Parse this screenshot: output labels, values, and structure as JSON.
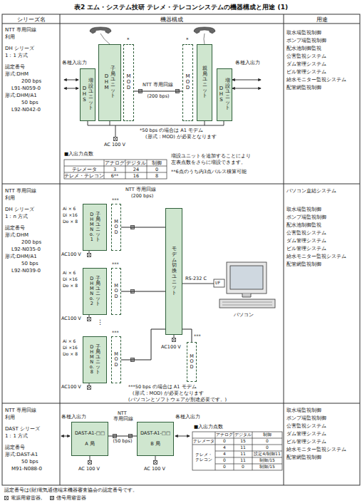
{
  "diagram": {
    "title": "表2 エム・システム技研 テレメ・テレコンシステムの機器構成と用途 (1)",
    "nodes": [
      {
        "text": [
          "DHS",
          "増設ユニット"
        ]
      },
      {
        "text": [
          "DHM",
          "子局ユニット"
        ]
      },
      {
        "text": [
          "MOD"
        ]
      },
      {
        "text": [
          "MOD"
        ]
      },
      {
        "text": [
          "親局ユニット"
        ]
      },
      {
        "text": [
          "DHS",
          "増設ユニット"
        ]
      },
      {
        "text": [
          "DHM No.1",
          "子局ユニット"
        ]
      },
      {
        "text": [
          "MOD"
        ]
      },
      {
        "text": [
          "DHM No.2",
          "子局ユニット"
        ]
      },
      {
        "text": [
          "MOD"
        ]
      },
      {
        "text": [
          "DHM No.8",
          "子局ユニット"
        ]
      },
      {
        "text": [
          "MOD"
        ]
      },
      {
        "text": [
          "モデム切換ユニット"
        ]
      },
      {
        "text": [
          "MOD"
        ]
      },
      {
        "text": [
          "DAST-A1-□□",
          "A 局"
        ]
      },
      {
        "text": [
          "DAST-A1-□□",
          "B 局"
        ]
      }
    ],
    "edges": [
      {
        "from": 2,
        "to": 3,
        "arrow": "none",
        "label": "(200 bps)"
      },
      {
        "from": 7,
        "to": 12,
        "arrow": "none"
      },
      {
        "from": 9,
        "to": 12,
        "arrow": "none"
      },
      {
        "from": 11,
        "to": 12,
        "arrow": "none"
      },
      {
        "from": 12,
        "to": 13,
        "arrow": "none"
      },
      {
        "from": 14,
        "to": 15,
        "arrow": "none",
        "label": "(50 bps)"
      }
    ],
    "labels": [
      "シリーズ名",
      "機器構成",
      "用途",
      "NTT 専用回線",
      "利用",
      "DH シリーズ",
      "1：1 方式",
      "認定番号",
      "形式:DHM",
      "200 bps",
      "L91-N059-0",
      "形式:DHM/A1",
      "50 bps",
      "L92-N042-0",
      "各種入出力",
      "各種入出力",
      "*",
      "*",
      "NTT 専用回線",
      "*50 bps の場合は A1 モデム",
      "(形式：MOD) が必要となります",
      "AC 100 V",
      "■入出力点数",
      "アナログ",
      "デジタル",
      "制御",
      "テレメータ",
      "3",
      "24",
      "0",
      "テレメ・テレコン",
      "6**",
      "16",
      "8",
      "増設ユニットを追加することにより",
      "左表点数をさらに増設できます。",
      "**6点のうち内3点パルス積算可能",
      "取水場監視制御",
      "ポンプ場監視制御",
      "配水池制御監視",
      "公害監視システム",
      "ダム管理システム",
      "ビル管理システム",
      "給水モニター監視システム",
      "配管網監視制御",
      "NTT 専用回線",
      "利用",
      "DH シリーズ",
      "1：n 方式",
      "認定番号",
      "形式:DHM",
      "200 bps",
      "L92-N035-0",
      "形式:DHM/A1",
      "50 bps",
      "L92-N039-0",
      "NTT 専用回線",
      "(200 bps)",
      "Ai × 6",
      "Di ×16",
      "Do × 8",
      "***",
      "AC100 V",
      "Ai × 6",
      "Di ×16",
      "Do × 8",
      "***",
      "AC100 V",
      "Ai × 6",
      "Di ×16",
      "Do × 8",
      "***",
      "AC100 V",
      "⋮",
      "RS-232 C",
      "I/F",
      "パソコン",
      "***",
      "AC100 V",
      "***50 bps の場合は A1 モデム",
      "(形式：MOD) が必要となります",
      "(パソコンとソフトウェアが別途必要です。)",
      "パソコン直結システム",
      "取水場監視制御",
      "ポンプ場監視制御",
      "配水池制御監視",
      "公害監視システム",
      "ダム管理システム",
      "ビル管理システム",
      "給水モニター監視システム",
      "配管網監視制御",
      "NTT 専用回線",
      "利用",
      "DAST シリーズ",
      "1：1 方式",
      "認定番号",
      "形式:DAST-A1",
      "50 bps",
      "M91-N088-0",
      "NTT",
      "専用回線",
      "各種入出力",
      "各種入出力",
      "AC 100 V",
      "AC 100 V",
      "■入出力点数",
      "アナログ",
      "デジタル",
      "制御",
      "テレメータ",
      "0",
      "15",
      "0",
      "テレメ・テレコン",
      "4",
      "11",
      "0",
      "4",
      "11",
      "設定4/制御11",
      "0",
      "11",
      "制御/15",
      "0",
      "0",
      "制御/15",
      "取水場監視制御",
      "ポンプ場監視制御",
      "公害監視システム",
      "ダム管理システム",
      "ビル管理システム",
      "給水モニター監視システム",
      "配管網監視制御",
      "認定番号は(財)電気通信端末機器審査協会の認定番号です。"
    ],
    "legend": [
      {
        "text": "電源用避雷器,"
      },
      {
        "text": "信号用避雷器"
      }
    ]
  }
}
